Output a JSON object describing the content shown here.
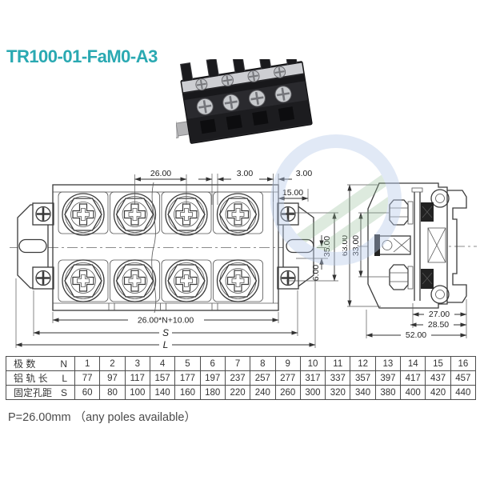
{
  "page": {
    "title": "TR100-01-FaM0-A3",
    "note": "P=26.00mm （any poles available）"
  },
  "front_view": {
    "dim_pitch": "26.00",
    "dim_gap": "3.00",
    "dim_gap_end": "3.00",
    "dim_bracket": "15.00",
    "dim_rows": "35.00",
    "dim_slot": "6.00",
    "dim_formula": "26.00*N+10.00",
    "dim_s": "S",
    "dim_l": "L"
  },
  "side_view": {
    "dim_height": "63.00",
    "dim_inner": "33.00",
    "dim_w1": "27.00",
    "dim_w2": "28.50",
    "dim_total": "52.00"
  },
  "table": {
    "rows": [
      {
        "label": "极  数",
        "symbol": "N",
        "values": [
          "1",
          "2",
          "3",
          "4",
          "5",
          "6",
          "7",
          "8",
          "9",
          "10",
          "11",
          "12",
          "13",
          "14",
          "15",
          "16"
        ]
      },
      {
        "label": "铝 轨 长",
        "symbol": "L",
        "values": [
          "77",
          "97",
          "117",
          "157",
          "177",
          "197",
          "237",
          "257",
          "277",
          "317",
          "337",
          "357",
          "397",
          "417",
          "437",
          "457"
        ]
      },
      {
        "label": "固定孔距",
        "symbol": "S",
        "values": [
          "60",
          "80",
          "100",
          "140",
          "160",
          "180",
          "220",
          "240",
          "260",
          "300",
          "320",
          "340",
          "380",
          "400",
          "420",
          "440"
        ]
      }
    ]
  },
  "colors": {
    "accent": "#2aa9b2",
    "line": "#3a3a3a",
    "table_border": "#4d4d4d",
    "text": "#333333"
  }
}
